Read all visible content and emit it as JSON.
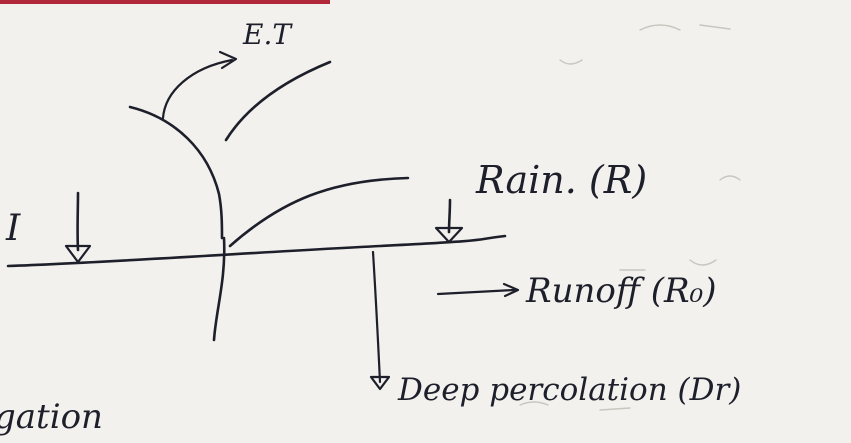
{
  "diagram": {
    "labels": {
      "et": "E.T",
      "irrigation": "I",
      "rain": "Rain. (R)",
      "runoff": "Runoff (R₀)",
      "deep_percolation": "Deep percolation (Dr)",
      "cut_word": "gation"
    },
    "colors": {
      "paper": "#f3f1ed",
      "ink": "#1d1f2b",
      "top_edge": "#b0283a"
    }
  }
}
